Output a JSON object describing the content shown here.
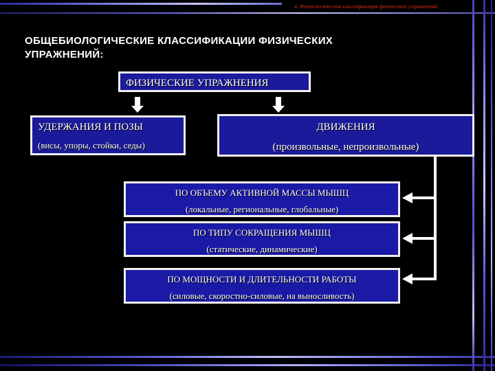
{
  "header": {
    "note": "4. Физиологическая классификация физических упражнений"
  },
  "page": {
    "title_line1": "ОБЩЕБИОЛОГИЧЕСКИЕ КЛАССИФИКАЦИИ ФИЗИЧЕСКИХ",
    "title_line2": "УПРАЖНЕНИЙ:"
  },
  "diagram": {
    "root": "ФИЗИЧЕСКИЕ УПРАЖНЕНИЯ",
    "left": {
      "title": "УДЕРЖАНИЯ И ПОЗЫ",
      "detail": "(висы, упоры, стойки, седы)"
    },
    "right": {
      "title": "ДВИЖЕНИЯ",
      "detail": "(произвольные, непроизвольные)"
    },
    "subs": [
      {
        "title": "ПО ОБЪЕМУ АКТИВНОЙ МАССЫ МЫШЦ",
        "detail": "(локальные, региональные, глобальные)"
      },
      {
        "title": "ПО ТИПУ СОКРАЩЕНИЯ МЫШЦ",
        "detail": "(статические, динамические)"
      },
      {
        "title": "ПО МОЩНОСТИ И ДЛИТЕЛЬНОСТИ РАБОТЫ",
        "detail": "(силовые, скоростно-силовые, на выносливость)"
      }
    ]
  },
  "colors": {
    "box_fill": "#1a1a9a",
    "box_border": "#f0f0f0",
    "note_text": "#d22a1a",
    "text": "#ffffff"
  }
}
